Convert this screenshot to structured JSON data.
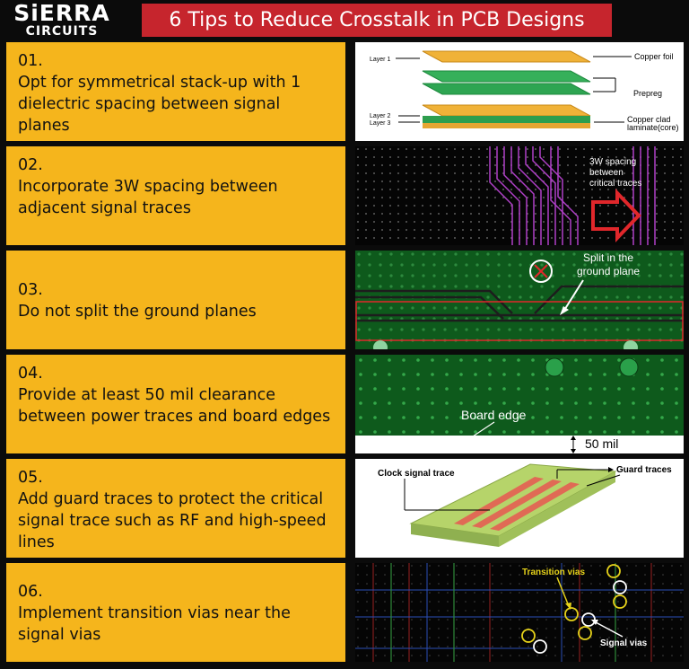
{
  "logo": {
    "line1": "SiERRA",
    "line2": "CIRCUITS"
  },
  "title": "6 Tips to Reduce Crosstalk in PCB Designs",
  "tips": [
    {
      "number": "01.",
      "text": "Opt for symmetrical stack-up with 1 dielectric spacing between signal planes"
    },
    {
      "number": "02.",
      "text": "Incorporate 3W spacing between adjacent signal traces"
    },
    {
      "number": "03.",
      "text": "Do not split the ground planes"
    },
    {
      "number": "04.",
      "text": "Provide at least 50 mil clearance between power traces and board edges"
    },
    {
      "number": "05.",
      "text": "Add guard traces to protect the critical signal trace such as RF and high-speed lines"
    },
    {
      "number": "06.",
      "text": "Implement transition vias near the signal vias"
    }
  ],
  "panel1": {
    "layer1": "Layer 1",
    "layer2": "Layer 2",
    "layer3": "Layer 3",
    "copper_foil": "Copper foil",
    "prepreg": "Prepreg",
    "copper_clad1": "Copper clad",
    "copper_clad2": "laminate(core)"
  },
  "panel2": {
    "label1": "3W spacing",
    "label2": "between",
    "label3": "critical traces"
  },
  "panel3": {
    "label1": "Split in the",
    "label2": "ground plane"
  },
  "panel4": {
    "board_edge": "Board edge",
    "clearance": "50 mil"
  },
  "panel5": {
    "clock": "Clock signal trace",
    "guard": "Guard traces"
  },
  "panel6": {
    "transition": "Transition vias",
    "signal": "Signal vias"
  },
  "colors": {
    "card": "#f5b51c",
    "title_bg": "#c6252d",
    "pcb_green": "#0e5a1c",
    "background": "#0b0b0b"
  }
}
